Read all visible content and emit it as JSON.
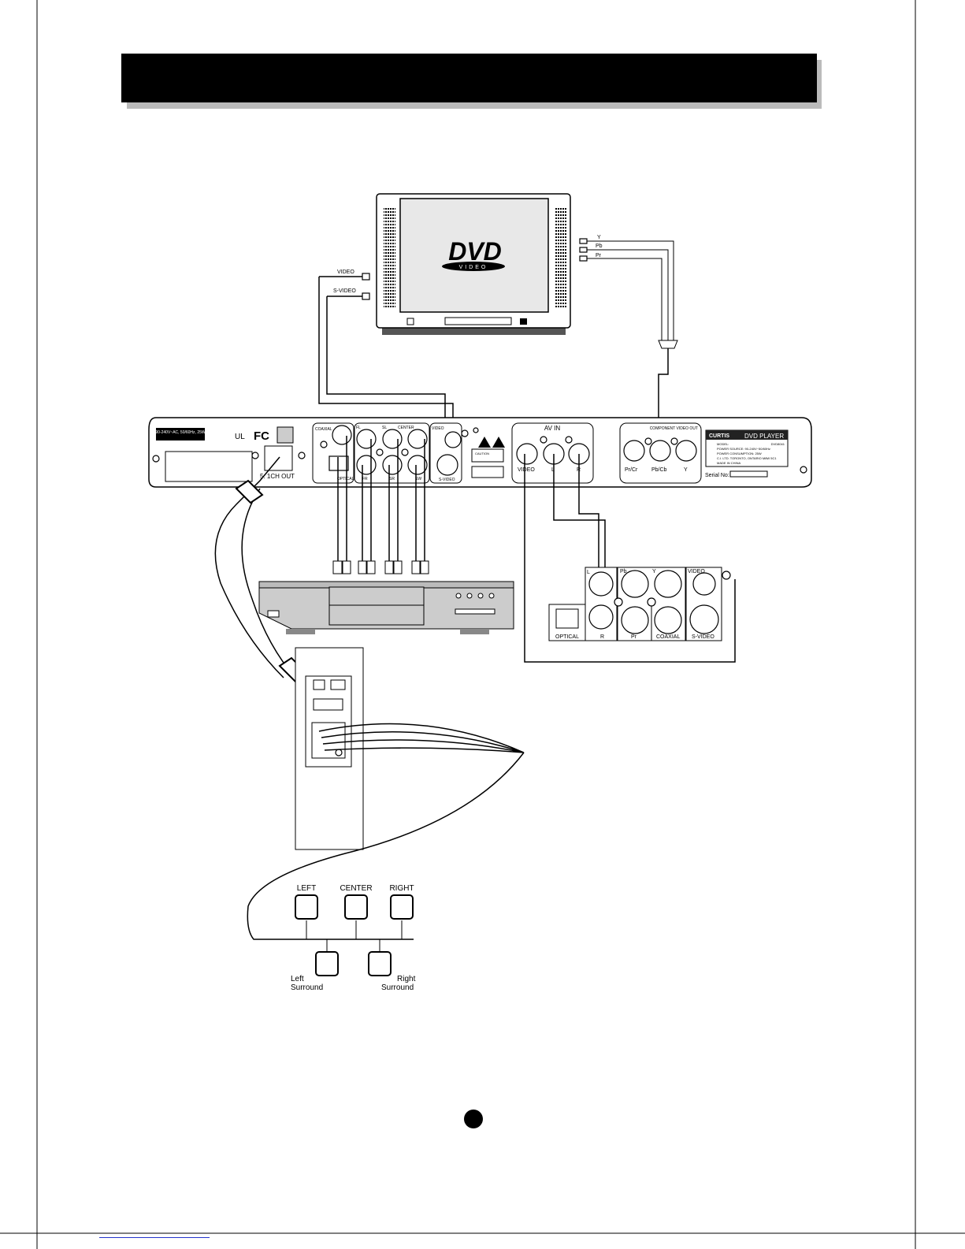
{
  "header": {
    "title": ""
  },
  "tv": {
    "logo_main": "DVD",
    "logo_sub": "VIDEO",
    "inputs": {
      "video": "VIDEO",
      "svideo": "S-VIDEO"
    },
    "component": {
      "y": "Y",
      "pb": "Pb",
      "pr": "Pr"
    }
  },
  "player_panel": {
    "power_label": "90-240V~AC, 50/60Hz, 25W",
    "cert_ul": "UL",
    "cert_fc": "FC",
    "out_51": "5. 1CH OUT",
    "coaxial": "COAXIAL",
    "optical": "OPTICAL",
    "fl": "FL",
    "sl": "SL",
    "center": "CENTER",
    "fr": "FR",
    "sr": "SR",
    "sw": "SW",
    "video": "VIDEO",
    "svideo": "S-VIDEO",
    "caution": "CAUTION",
    "av_in": "AV IN",
    "av_video": "VIDEO",
    "av_l": "L",
    "av_r": "R",
    "component_title": "COMPONENT VIDEO OUT",
    "pr_cr": "Pr/Cr",
    "pb_cb": "Pb/Cb",
    "y": "Y",
    "brand": "CURTIS",
    "product": "DVD PLAYER",
    "model_label": "MODEL:",
    "model": "DVD8041",
    "power_source": "POWER SOURCE: 90-240V~50/60Hz",
    "power_consumption": "POWER CONSUMPTION: 25W",
    "company": "C.I. LTD. TORONTO, ONTARIO M8W 5C1",
    "made_in": "MADE IN CHINA",
    "serial": "Serial No:"
  },
  "tv_panel": {
    "l": "L",
    "r": "R",
    "pb": "Pb",
    "y": "Y",
    "pr": "Pr",
    "optical": "OPTICAL",
    "coaxial": "COAXIAL",
    "video": "VIDEO",
    "svideo": "S-VIDEO"
  },
  "speakers": {
    "left": "LEFT",
    "center": "CENTER",
    "right": "RIGHT",
    "left_surround_1": "Left",
    "left_surround_2": "Surround",
    "right_surround_1": "Right",
    "right_surround_2": "Surround"
  },
  "page_number": ""
}
